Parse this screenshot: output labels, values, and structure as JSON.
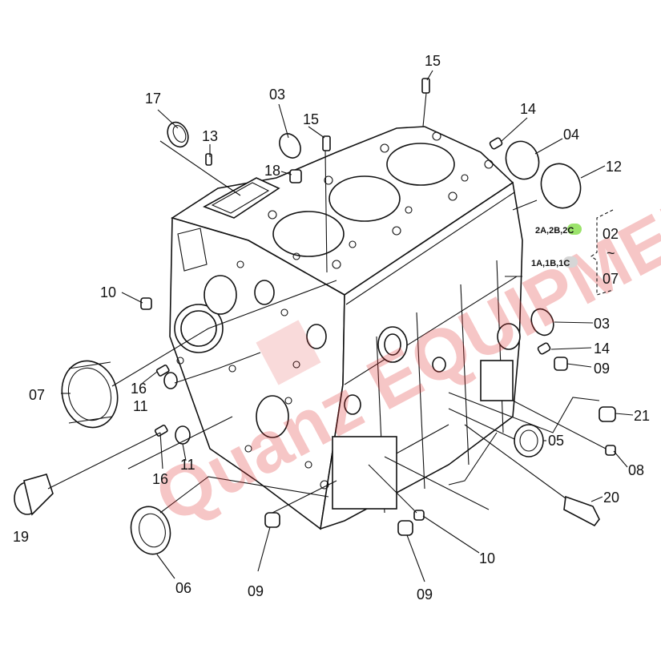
{
  "callouts": {
    "c17": "17",
    "c13": "13",
    "c03a": "03",
    "c15a": "15",
    "c15b": "15",
    "c18": "18",
    "c14a": "14",
    "c04": "04",
    "c12": "12",
    "c10a": "10",
    "c07": "07",
    "c16a": "16",
    "c11a": "11",
    "c11b": "11",
    "c16b": "16",
    "c19": "19",
    "c06": "06",
    "c09a": "09",
    "c09b": "09",
    "c10b": "10",
    "c03b": "03",
    "c14b": "14",
    "c09c": "09",
    "c21": "21",
    "c05": "05",
    "c08": "08",
    "c20": "20"
  },
  "variant_labels": {
    "top_prefix": "2A,2B,",
    "top_highlight": "2C",
    "bottom_prefix": "1A,1B,",
    "bottom_highlight": "1C"
  },
  "range_labels": {
    "from": "02",
    "tilde": "~",
    "to": "07"
  },
  "colors": {
    "line": "#111111",
    "highlight": "#9be36b",
    "watermark": "#e03131"
  }
}
